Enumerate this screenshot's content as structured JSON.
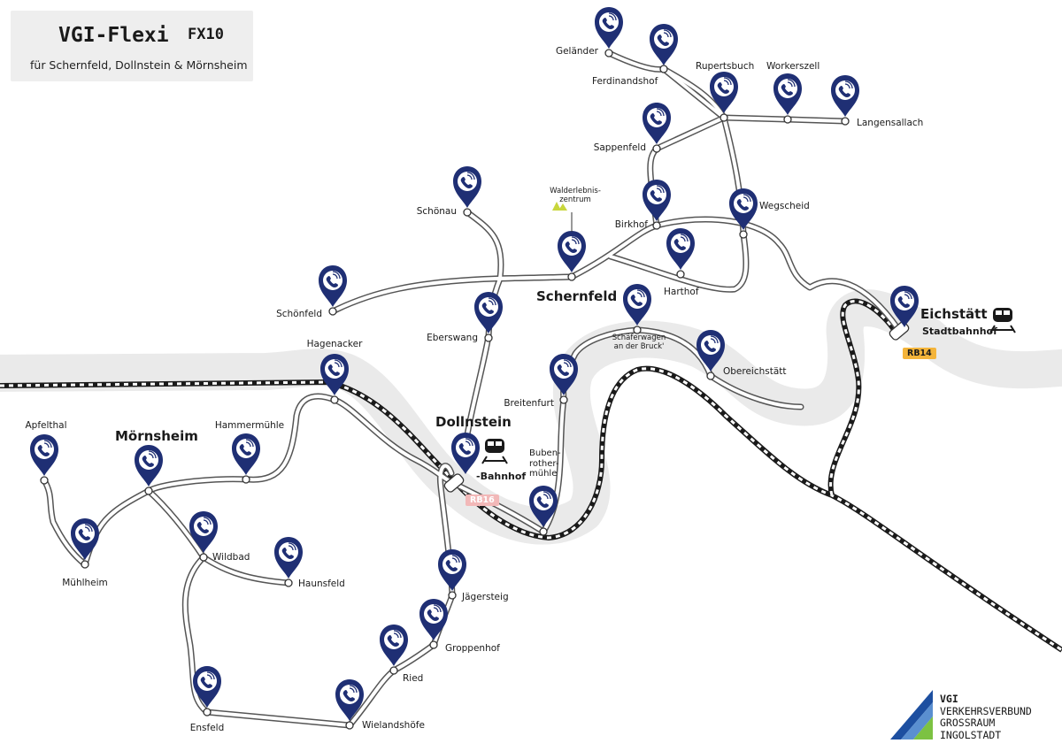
{
  "header": {
    "title": "VGI-Flexi",
    "line_badge": "FX10",
    "subtitle": "für Schernfeld, Dollnstein & Mörnsheim"
  },
  "towns": {
    "moernsheim": "Mörnsheim",
    "schernfeld": "Schernfeld",
    "dollnstein": "Dollnstein",
    "eichstaett": "Eichstätt"
  },
  "stations": {
    "dollnstein_bf": "-Bahnhof",
    "eichstaett_stadtbf": "Stadtbahnhof",
    "rb16": "RB16",
    "rb14": "RB14"
  },
  "poi": {
    "walderlebniszentrum": "Walderlebnis-\nzentrum"
  },
  "stops": {
    "gelaender": "Geländer",
    "ferdinandshof": "Ferdinandshof",
    "rupertsbuch": "Rupertsbuch",
    "workerszell": "Workerszell",
    "langensallach": "Langensallach",
    "sappenfeld": "Sappenfeld",
    "schoenau": "Schönau",
    "birkhof": "Birkhof",
    "wegscheid": "Wegscheid",
    "harthof": "Harthof",
    "schoenfeld": "Schönfeld",
    "eberswang": "Eberswang",
    "hagenacker": "Hagenacker",
    "schaeferwagen": "Schäferwagen\nan der Bruck'",
    "obereichstaett": "Obereichstätt",
    "breitenfurt": "Breitenfurt",
    "bubenrothermuehle": "Buben-\nrother-\nmühle",
    "apfelthal": "Apfelthal",
    "hammermuehle": "Hammermühle",
    "muehlheim": "Mühlheim",
    "wildbad": "Wildbad",
    "haunsfeld": "Haunsfeld",
    "jaegersteig": "Jägersteig",
    "groppenhof": "Groppenhof",
    "ried": "Ried",
    "ensfeld": "Ensfeld",
    "wielandshoefe": "Wielandshöfe"
  },
  "logo": {
    "line1": "VGI",
    "line2": "VERKEHRSVERBUND",
    "line3": "GROSSRAUM",
    "line4": "INGOLSTADT"
  },
  "colors": {
    "pin": "#1f2f74",
    "river": "#eaeaea",
    "fx_green": "#c8e04a",
    "rb16": "#f2b8b8",
    "rb14": "#f4b43a",
    "logo_blue": "#1d4fa0",
    "logo_green": "#7cc242"
  },
  "icons": {
    "stop_pin": "phone-call-pin-icon",
    "train": "train-icon",
    "poi": "forest-icon"
  }
}
